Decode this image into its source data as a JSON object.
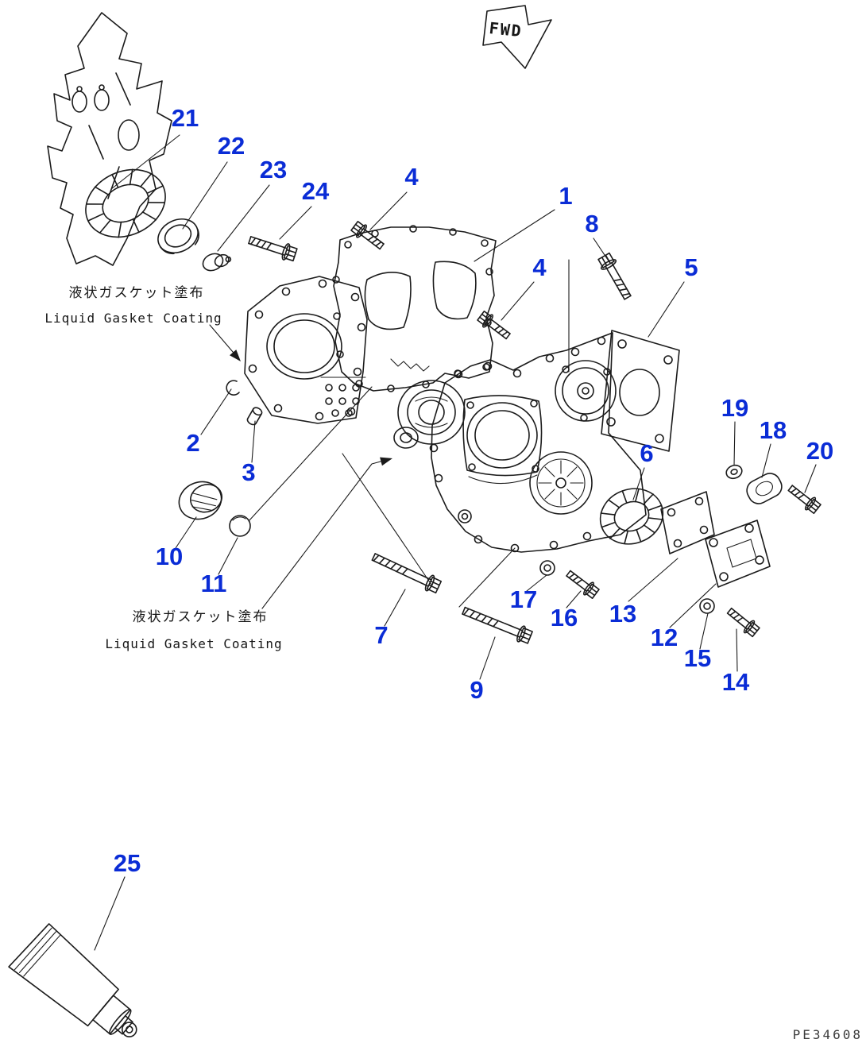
{
  "colors": {
    "callout": "#0a2cd6",
    "ink": "#1b1b1b"
  },
  "fwd": {
    "label": "FWD"
  },
  "doc": {
    "number": "PE34608"
  },
  "notes": {
    "upper": {
      "jp": "液状ガスケット塗布",
      "en": "Liquid Gasket Coating"
    },
    "lower": {
      "jp": "液状ガスケット塗布",
      "en": "Liquid Gasket Coating"
    }
  },
  "callouts": [
    {
      "id": "21",
      "label": "21"
    },
    {
      "id": "22",
      "label": "22"
    },
    {
      "id": "23",
      "label": "23"
    },
    {
      "id": "24",
      "label": "24"
    },
    {
      "id": "4a",
      "label": "4"
    },
    {
      "id": "1",
      "label": "1"
    },
    {
      "id": "8",
      "label": "8"
    },
    {
      "id": "5",
      "label": "5"
    },
    {
      "id": "4b",
      "label": "4"
    },
    {
      "id": "2",
      "label": "2"
    },
    {
      "id": "3",
      "label": "3"
    },
    {
      "id": "19",
      "label": "19"
    },
    {
      "id": "18",
      "label": "18"
    },
    {
      "id": "20",
      "label": "20"
    },
    {
      "id": "6",
      "label": "6"
    },
    {
      "id": "10",
      "label": "10"
    },
    {
      "id": "11",
      "label": "11"
    },
    {
      "id": "17",
      "label": "17"
    },
    {
      "id": "16",
      "label": "16"
    },
    {
      "id": "13",
      "label": "13"
    },
    {
      "id": "7",
      "label": "7"
    },
    {
      "id": "12",
      "label": "12"
    },
    {
      "id": "15",
      "label": "15"
    },
    {
      "id": "9",
      "label": "9"
    },
    {
      "id": "14",
      "label": "14"
    },
    {
      "id": "25",
      "label": "25"
    }
  ]
}
